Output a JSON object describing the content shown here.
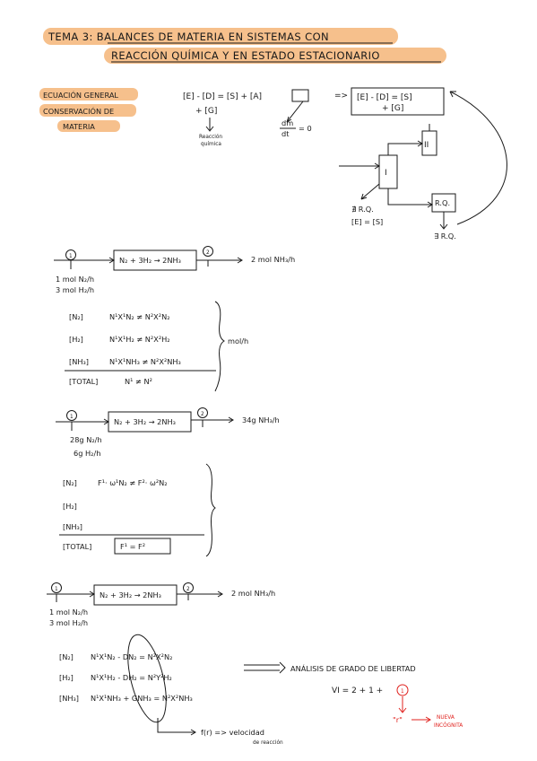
{
  "title": {
    "line1": "TEMA 3: BALANCES DE MATERIA EN SISTEMAS CON",
    "line2": "REACCIÓN QUÍMICA Y EN ESTADO ESTACIONARIO",
    "highlight_color": "#f6c08c"
  },
  "general_eq": {
    "label": [
      "ECUACIÓN GENERAL",
      "CONSERVACIÓN DE",
      "MATERIA"
    ],
    "eq_left": "[E] - [D] = [S] + [A]",
    "eq_left_gen": "+ [G]",
    "gen_note": [
      "Reacción",
      "química"
    ],
    "dm": "dm",
    "dt": "dt",
    "dm_zero": "= 0",
    "implies": "=>",
    "eq_right_1": "[E] - [D] = [S]",
    "eq_right_2": "+ [G]",
    "unit_I": "I",
    "unit_II": "II",
    "unit_RQ": "R.Q.",
    "no_rq": "∄ R.Q.",
    "e_eq_s": "[E] = [S]",
    "exists_rq": "∃ R.Q."
  },
  "example1": {
    "stream_in": "1",
    "stream_out": "2",
    "reaction": "N₂ + 3H₂ → 2NH₃",
    "product": "2 mol NH₃/h",
    "feed": [
      "1 mol N₂/h",
      "3 mol H₂/h"
    ],
    "rows": [
      {
        "label": "[N₂]",
        "eq": "N¹X¹N₂ ≠ N²X²N₂"
      },
      {
        "label": "[H₂]",
        "eq": "N¹X¹H₂ ≠ N²X²H₂"
      },
      {
        "label": "[NH₃]",
        "eq": "N¹X¹NH₃ ≠ N²X²NH₃"
      },
      {
        "label": "[TOTAL]",
        "eq": "N¹ ≠ N²"
      }
    ],
    "unit": "mol/h"
  },
  "example2": {
    "stream_in": "1",
    "stream_out": "2",
    "reaction": "N₂ + 3H₂ → 2NH₃",
    "product": "34g NH₃/h",
    "feed": [
      "28g N₂/h",
      "6g H₂/h"
    ],
    "rows": [
      {
        "label": "[N₂]",
        "eq": "F¹· ω¹N₂ ≠ F²· ω²N₂"
      },
      {
        "label": "[H₂]",
        "eq": ""
      },
      {
        "label": "[NH₃]",
        "eq": ""
      },
      {
        "label": "[TOTAL]",
        "eq": "F¹ = F²"
      }
    ]
  },
  "example3": {
    "stream_in": "1",
    "stream_out": "2",
    "reaction": "N₂ + 3H₂ → 2NH₃",
    "product": "2 mol NH₃/h",
    "feed": [
      "1 mol N₂/h",
      "3 mol H₂/h"
    ],
    "rows": [
      {
        "label": "[N₂]",
        "eq": "N¹X¹N₂ - DN₂ = N²X²N₂"
      },
      {
        "label": "[H₂]",
        "eq": "N¹X¹H₂ - DH₂ = N²Y²H₂"
      },
      {
        "label": "[NH₃]",
        "eq": "N¹X¹NH₃ + GNH₃ = N²X²NH₃"
      }
    ],
    "rate_note": [
      "f(r) => velocidad",
      "de reacción"
    ],
    "dof_label": "ANÁLISIS DE GRADO DE LIBERTAD",
    "dof_eq": "VI = 2 + 1 +",
    "dof_circled": "1",
    "new_var_symbol": "\"r\"",
    "new_var_note": [
      "NUEVA",
      "INCÓGNITA"
    ],
    "red_color": "#e0211d"
  }
}
